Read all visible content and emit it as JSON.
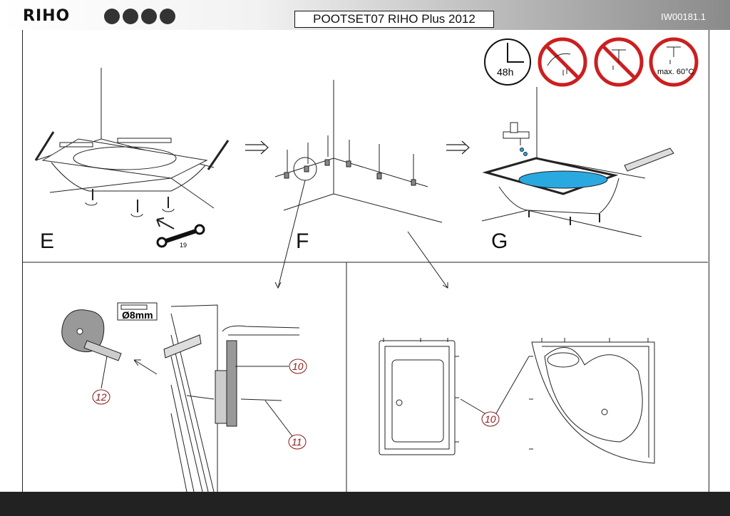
{
  "header": {
    "brand": "RIHO",
    "doc_title": "POOTSET07   RIHO Plus 2012",
    "doc_code": "IW00181.1"
  },
  "steps": {
    "e": "E",
    "f": "F",
    "g": "G"
  },
  "labels": {
    "wrench_size": "19",
    "cure_time": "48h",
    "max_temp": "max. 60°C",
    "drill": "Ø8mm"
  },
  "parts": {
    "p10a": "10",
    "p10b": "10",
    "p11": "11",
    "p12": "12"
  },
  "colors": {
    "water": "#2aa8e0",
    "warning": "#cc1f1f",
    "part_number": "#8b1a1a"
  },
  "icons": [
    "safety-boots-icon",
    "gloves-icon",
    "face-mask-icon",
    "helmet-icon",
    "clock-icon",
    "no-shower-icon",
    "no-tap-icon",
    "max-temperature-icon",
    "wrench-icon",
    "silicone-gun-icon",
    "tap-icon"
  ]
}
